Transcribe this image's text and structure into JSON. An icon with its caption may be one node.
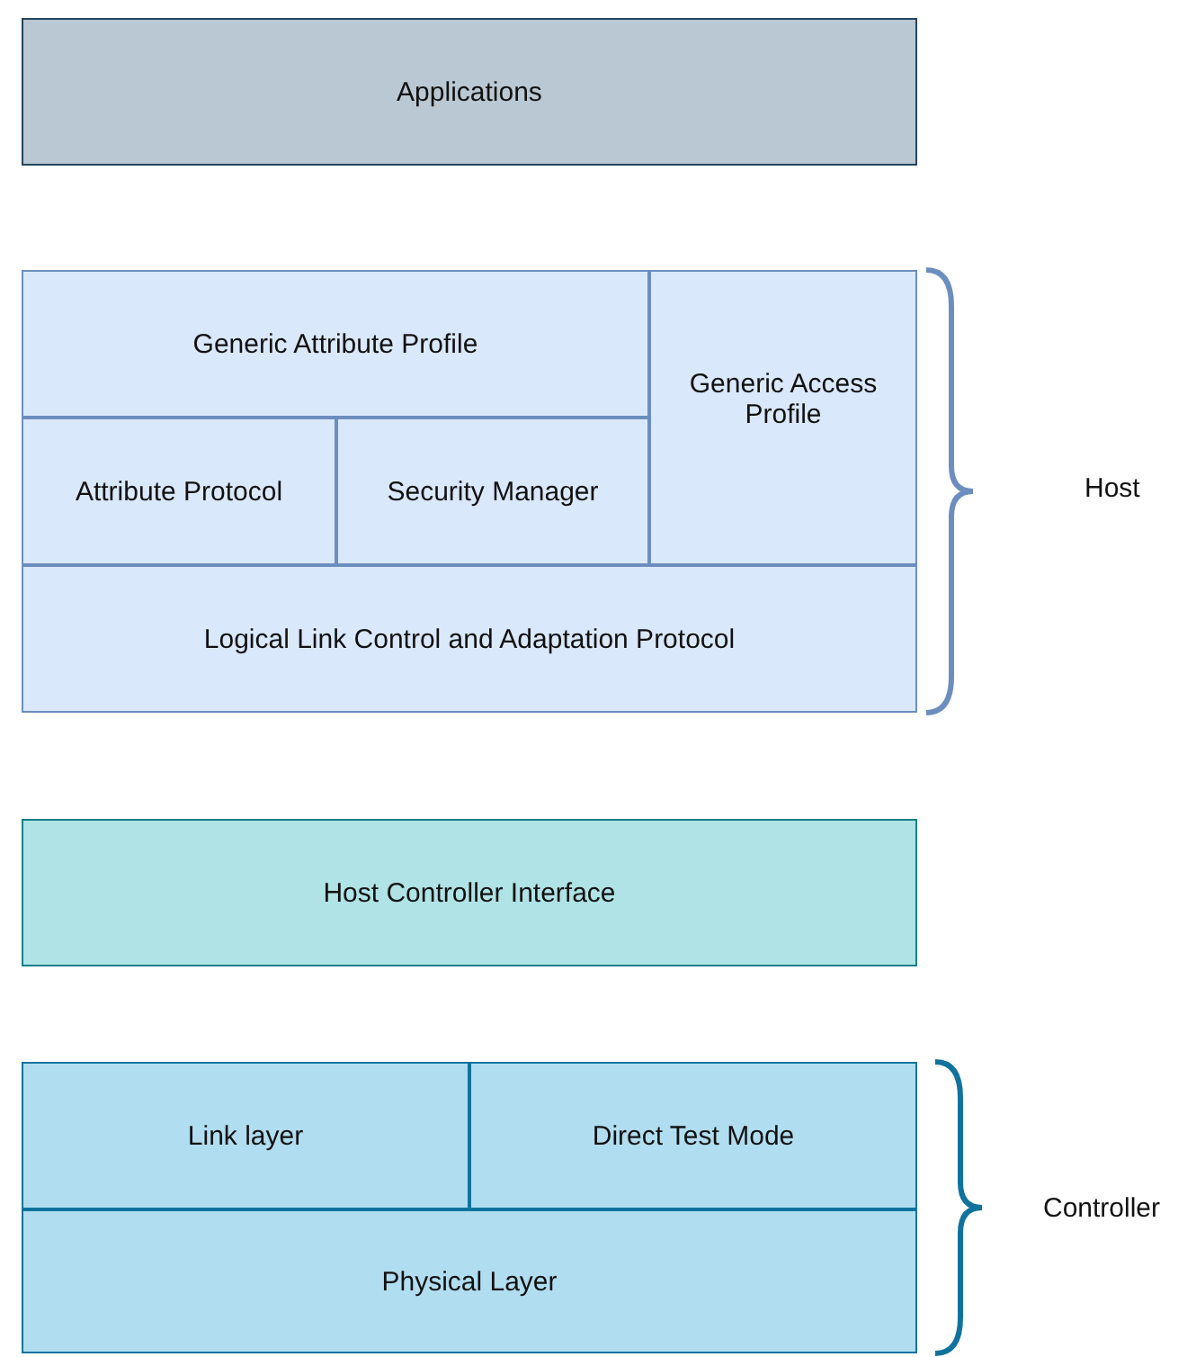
{
  "diagram": {
    "nodes": [
      {
        "text": [
          "Applications"
        ]
      },
      {
        "text": [
          "Generic Attribute Profile"
        ]
      },
      {
        "text": [
          "Generic Access Profile"
        ]
      },
      {
        "text": [
          "Attribute Protocol"
        ]
      },
      {
        "text": [
          "Security Manager"
        ]
      },
      {
        "text": [
          "Logical Link Control and Adaptation Protocol"
        ]
      },
      {
        "text": [
          "Host Controller Interface"
        ]
      },
      {
        "text": [
          "Link layer"
        ]
      },
      {
        "text": [
          "Direct Test Mode"
        ]
      },
      {
        "text": [
          "Physical Layer"
        ]
      }
    ],
    "labels": [
      "Host",
      "Controller"
    ]
  }
}
